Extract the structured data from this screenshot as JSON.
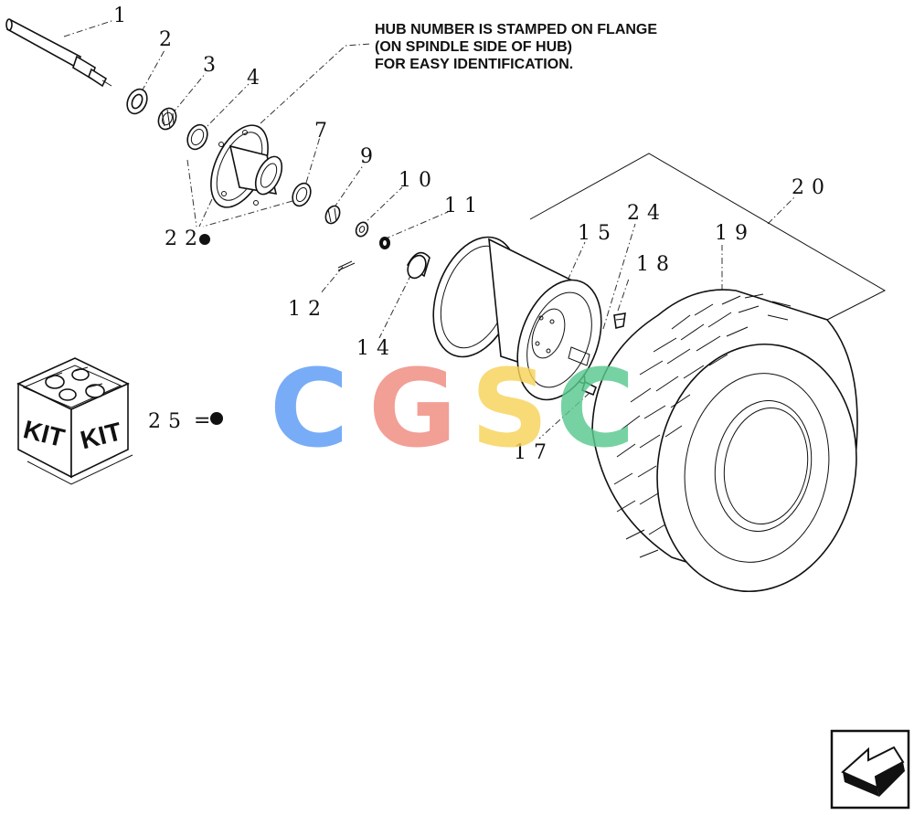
{
  "note": {
    "lines": [
      "HUB NUMBER IS STAMPED ON FLANGE",
      "(ON SPINDLE SIDE OF HUB)",
      "FOR EASY IDENTIFICATION."
    ]
  },
  "callouts": {
    "c1": "1",
    "c2": "2",
    "c3": "3",
    "c4": "4",
    "c7": "7",
    "c9": "9",
    "c10": "10",
    "c11": "11",
    "c12": "12",
    "c14": "14",
    "c15": "15",
    "c17": "17",
    "c18": "18",
    "c19": "19",
    "c20": "20",
    "c22": "22",
    "c24": "24",
    "c25": "25"
  },
  "legend": {
    "equals": "="
  },
  "kit": {
    "label_left": "KIT",
    "label_right": "KIT"
  },
  "watermark": {
    "letters": [
      "C",
      "G",
      "S",
      "C"
    ],
    "colors": [
      "#5b9bf5",
      "#f08a80",
      "#f7d35a",
      "#59c98e"
    ]
  },
  "colors": {
    "ink": "#111111",
    "background": "#ffffff"
  },
  "icons": {
    "nav": "back-arrow-icon",
    "kit": "kit-box-icon"
  }
}
